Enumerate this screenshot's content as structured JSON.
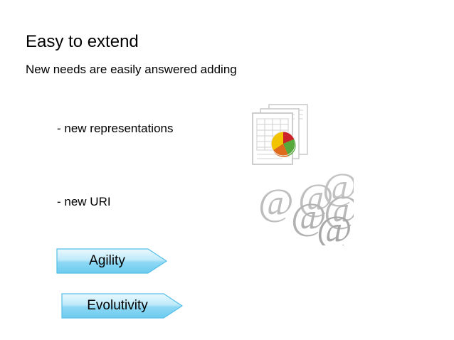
{
  "slide": {
    "title": "Easy to extend",
    "subtitle": "New needs are easily answered adding",
    "bullets": [
      {
        "text": "- new representations"
      },
      {
        "text": "- new URI"
      }
    ],
    "banners": [
      {
        "label": "Agility"
      },
      {
        "label": "Evolutivity"
      }
    ],
    "graphics": {
      "documents_icon": "documents-with-pie-chart-icon",
      "at_signs_icon": "at-sign-cluster-icon"
    },
    "colors": {
      "background": "#ffffff",
      "text": "#000000",
      "banner_fill_light": "#d9f2fc",
      "banner_fill_mid": "#74cdef",
      "banner_stroke": "#3fb2e3",
      "clipart_gray": "#b3b3b3",
      "pie_red": "#cc2229",
      "pie_green": "#56a93a",
      "pie_yellow": "#f2c300"
    }
  }
}
